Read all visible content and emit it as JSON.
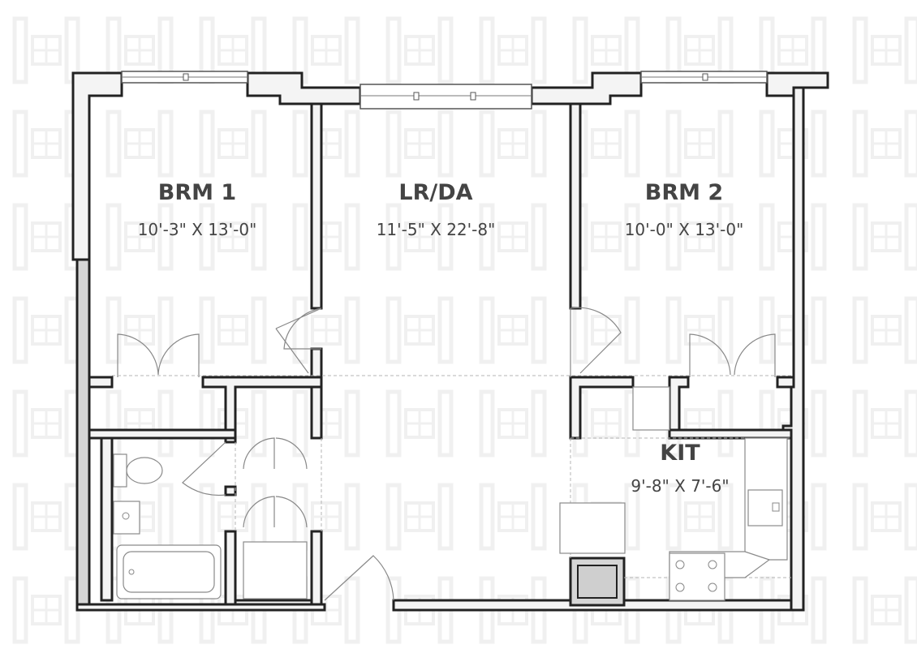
{
  "rooms": {
    "brm1": {
      "name": "BRM 1",
      "dims": "10'-3\" X 13'-0\""
    },
    "lrda": {
      "name": "LR/DA",
      "dims": "11'-5\" X 22'-8\""
    },
    "brm2": {
      "name": "BRM 2",
      "dims": "10'-0\" X 13'-0\""
    },
    "kit": {
      "name": "KIT",
      "dims": "9'-8\" X 7'-6\""
    }
  },
  "colors": {
    "wall_stroke": "#222222",
    "label_text": "#444444",
    "watermark": "#f1f1f1"
  },
  "watermark_icon": "letter-h-building-watermark"
}
